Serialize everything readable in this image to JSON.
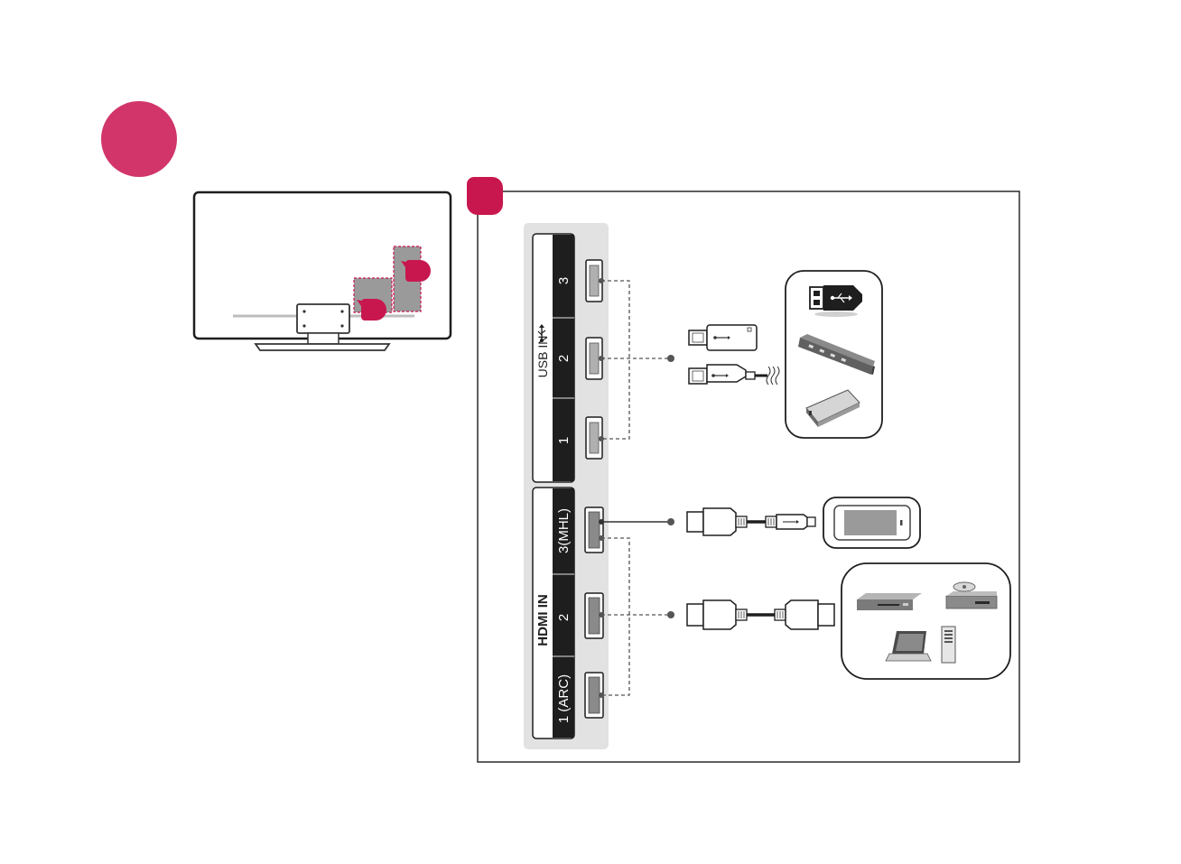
{
  "usb_panel": {
    "title": "USB IN",
    "ports": [
      "3",
      "2",
      "1"
    ]
  },
  "hdmi_panel": {
    "title": "HDMI IN",
    "ports": [
      "3(MHL)",
      "2",
      "1 (ARC)"
    ]
  },
  "colors": {
    "step_badge": "#d1356a",
    "marker": "#c8174f",
    "panel_bg": "#e2e2e2",
    "label_strip": "#1e1e1e",
    "outline": "#2a2a2a"
  },
  "icons": [
    "step-circle-icon",
    "tv-rear-icon",
    "usb-stick-icon",
    "usb-cable-icon",
    "usb-symbol-icon",
    "usb-hub-icon",
    "external-hdd-icon",
    "mhl-cable-icon",
    "smartphone-icon",
    "hdmi-cable-icon",
    "blu-ray-player-icon",
    "dvd-player-icon",
    "laptop-icon",
    "desktop-tower-icon"
  ]
}
